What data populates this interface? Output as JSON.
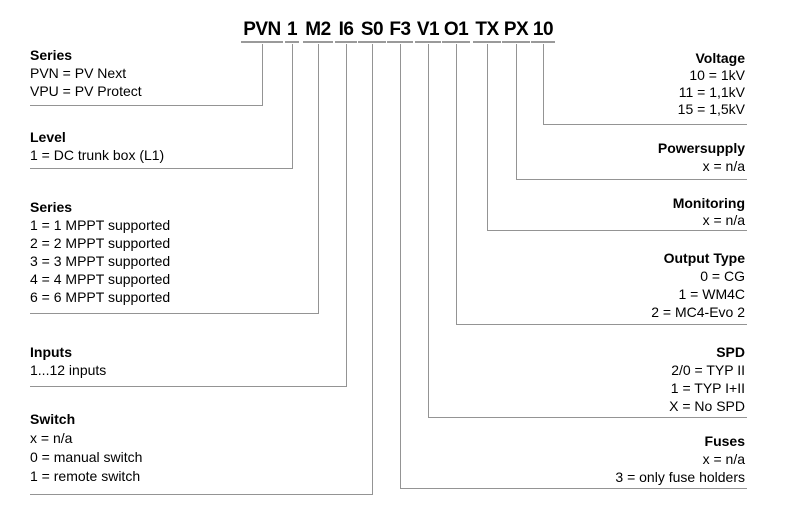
{
  "product_code": {
    "segments": [
      "PVN",
      "1",
      "M2",
      "I6",
      "S0",
      "F3",
      "V1",
      "O1",
      "TX",
      "PX",
      "10"
    ]
  },
  "left_sections": [
    {
      "title": "Series",
      "items": [
        "PVN = PV Next",
        "VPU = PV Protect"
      ]
    },
    {
      "title": "Level",
      "items": [
        "1 = DC trunk box (L1)"
      ]
    },
    {
      "title": "Series",
      "items": [
        "1 = 1 MPPT supported",
        "2 = 2 MPPT supported",
        "3 = 3 MPPT supported",
        "4 = 4 MPPT supported",
        "6 = 6 MPPT supported"
      ]
    },
    {
      "title": "Inputs",
      "items": [
        "1...12 inputs"
      ]
    },
    {
      "title": "Switch",
      "items": [
        "x = n/a",
        "0 = manual switch",
        "1 = remote switch"
      ]
    }
  ],
  "right_sections": [
    {
      "title": "Voltage",
      "items": [
        "10 = 1kV",
        "11 = 1,1kV",
        "15 = 1,5kV"
      ]
    },
    {
      "title": "Powersupply",
      "items": [
        "x = n/a"
      ]
    },
    {
      "title": "Monitoring",
      "items": [
        "x = n/a"
      ]
    },
    {
      "title": "Output Type",
      "items": [
        "0 = CG",
        "1 = WM4C",
        "2 = MC4-Evo 2"
      ]
    },
    {
      "title": "SPD",
      "items": [
        "2/0 = TYP II",
        "1 = TYP I+II",
        "X = No SPD"
      ]
    },
    {
      "title": "Fuses",
      "items": [
        "x = n/a",
        "3 = only fuse holders"
      ]
    }
  ],
  "colors": {
    "text": "#000000",
    "line": "#949494",
    "background": "#ffffff"
  }
}
